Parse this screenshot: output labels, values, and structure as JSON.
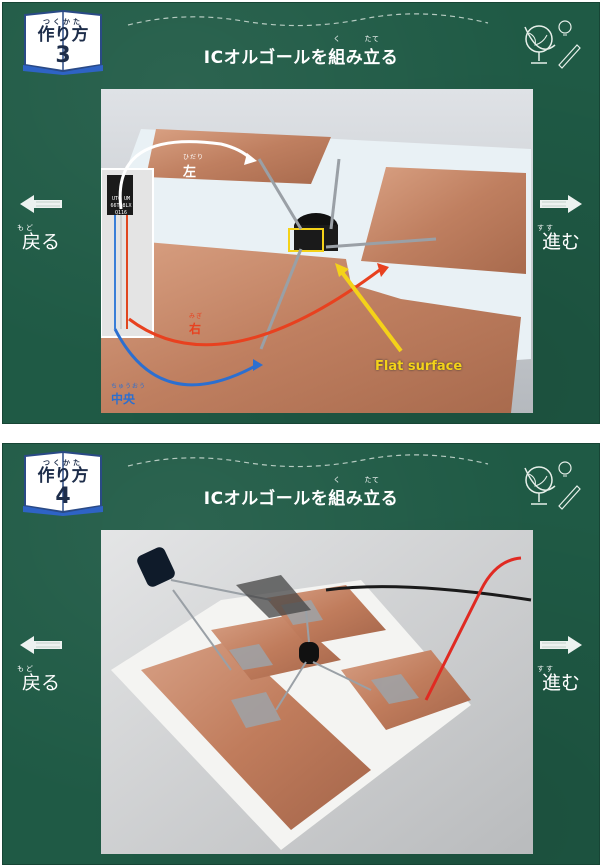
{
  "slides": [
    {
      "step_ruby": "つくかた",
      "step_word": "作り方",
      "step_number": "3",
      "title_prefix": "ICオルゴールを",
      "title_kanji_1": "組",
      "title_ruby_1": "く",
      "title_mid": "み",
      "title_kanji_2": "立",
      "title_ruby_2": "たて",
      "title_suffix": "る",
      "back_ruby": "もど",
      "back_label": "戻る",
      "next_ruby": "すす",
      "next_label": "進む",
      "annotations": {
        "left_ruby": "ひだり",
        "left": "左",
        "right_ruby": "みぎ",
        "right": "右",
        "center_ruby": "ちゅうおう",
        "center": "中央",
        "flat": "Flat surface",
        "ic_text": "UTC UM\n66T08LX\nQ116"
      }
    },
    {
      "step_ruby": "つくかた",
      "step_word": "作り方",
      "step_number": "4",
      "title_prefix": "ICオルゴールを",
      "title_kanji_1": "組",
      "title_ruby_1": "く",
      "title_mid": "み",
      "title_kanji_2": "立",
      "title_ruby_2": "たて",
      "title_suffix": "る",
      "back_ruby": "もど",
      "back_label": "戻る",
      "next_ruby": "すす",
      "next_label": "進む"
    }
  ],
  "colors": {
    "chalkboard": "#1f5a45",
    "copper": "#c98b6b",
    "annotation_white": "#ffffff",
    "annotation_red": "#e8411f",
    "annotation_blue": "#2c6fd0",
    "annotation_yellow": "#f4d219"
  },
  "icons": {
    "book": "open-book-icon",
    "globe": "globe-lightbulb-pencil-icon",
    "back": "arrow-left-icon",
    "next": "arrow-right-icon"
  }
}
